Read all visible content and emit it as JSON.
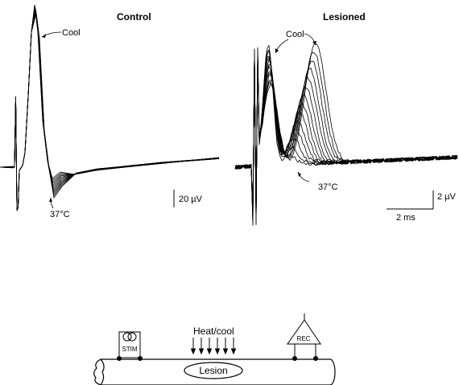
{
  "control_panel": {
    "title": "Control",
    "cool_label": "Cool",
    "temp_label": "37°C",
    "scale_label": "20 µV"
  },
  "lesioned_panel": {
    "title": "Lesioned",
    "cool_label": "Cool",
    "temp_label": "37°C",
    "amplitude_scale_label": "2 µV",
    "time_scale_label": "2 ms"
  },
  "setup_diagram": {
    "stimulator_label": "STIM",
    "heat_cool_label": "Heat/cool",
    "recorder_label": "REC",
    "lesion_label": "Lesion"
  },
  "colors": {
    "ink": "#000000",
    "background": "#ffffff"
  }
}
